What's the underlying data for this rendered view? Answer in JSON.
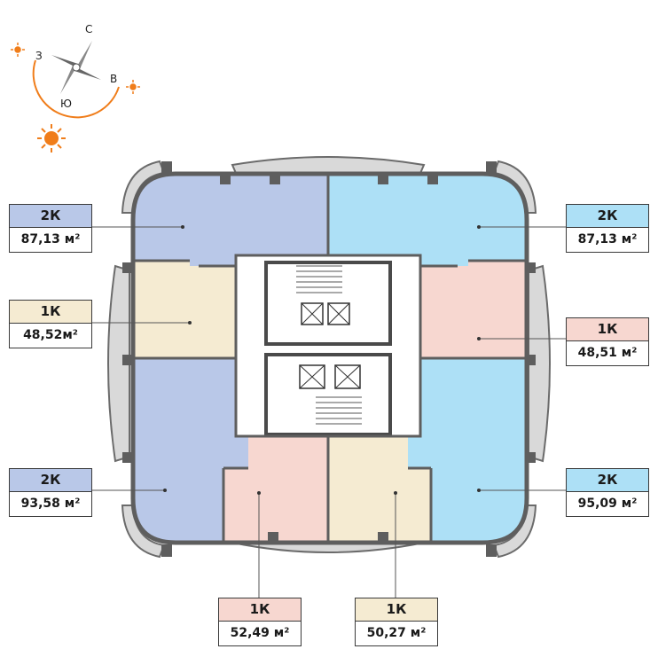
{
  "compass": {
    "north": "С",
    "west": "З",
    "east": "В",
    "south": "Ю",
    "sun_color": "#f07d1a"
  },
  "colors": {
    "blue_dark": "#b9c8e8",
    "blue_light": "#ade0f6",
    "beige": "#f5ebd2",
    "pink": "#f7d7d0",
    "wall": "#5e5e5e",
    "balcony": "#d9d9d9"
  },
  "units": [
    {
      "id": "nw",
      "type": "2К",
      "area": "87,13 м²",
      "color": "#b9c8e8"
    },
    {
      "id": "ne",
      "type": "2К",
      "area": "87,13 м²",
      "color": "#ade0f6"
    },
    {
      "id": "w",
      "type": "1К",
      "area": "48,52м²",
      "color": "#f5ebd2"
    },
    {
      "id": "e",
      "type": "1К",
      "area": "48,51 м²",
      "color": "#f7d7d0"
    },
    {
      "id": "sw",
      "type": "2К",
      "area": "93,58 м²",
      "color": "#b9c8e8"
    },
    {
      "id": "se",
      "type": "2К",
      "area": "95,09 м²",
      "color": "#ade0f6"
    },
    {
      "id": "s1",
      "type": "1К",
      "area": "52,49 м²",
      "color": "#f7d7d0"
    },
    {
      "id": "s2",
      "type": "1К",
      "area": "50,27 м²",
      "color": "#f5ebd2"
    }
  ]
}
